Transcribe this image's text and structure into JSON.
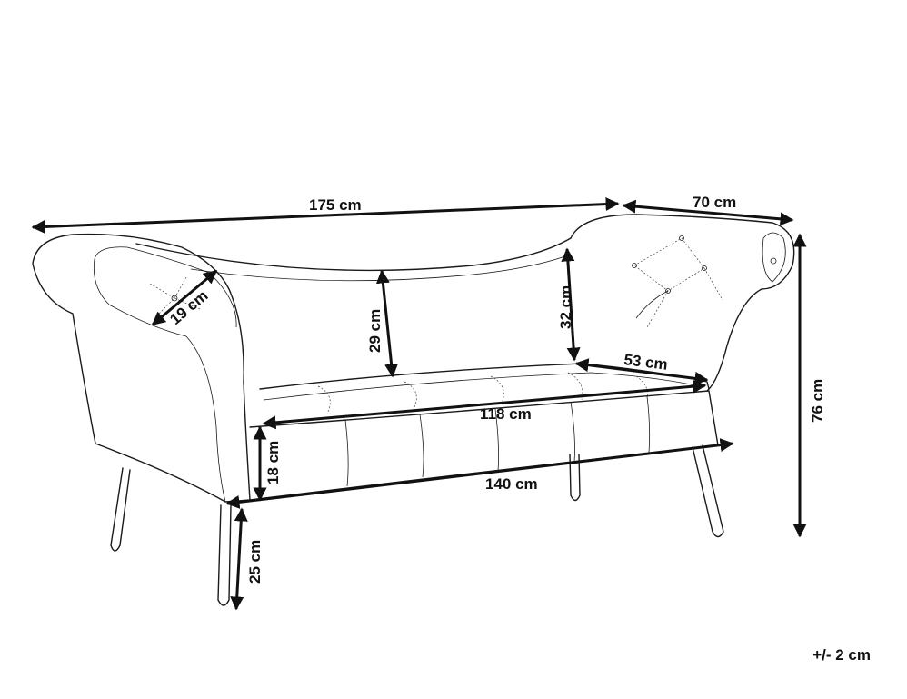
{
  "dimensions": {
    "total_width": "175 cm",
    "depth": "70 cm",
    "total_height": "76 cm",
    "armrest_roll": "19 cm",
    "backrest_height": "29 cm",
    "arm_height": "32 cm",
    "seat_depth": "53 cm",
    "seat_width": "118 cm",
    "frame_width": "140 cm",
    "seat_thickness": "18 cm",
    "leg_height": "25 cm"
  },
  "tolerance": "+/- 2 cm"
}
